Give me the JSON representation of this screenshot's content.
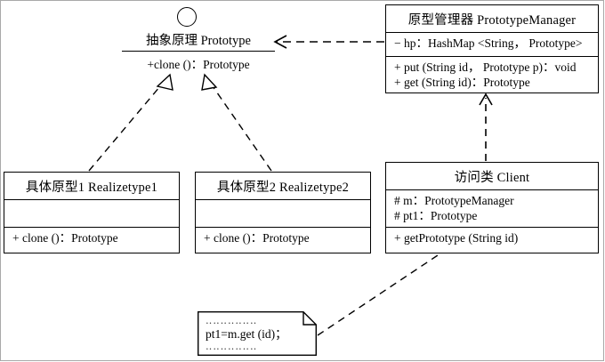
{
  "diagram": {
    "title": "Prototype Pattern UML Class Diagram",
    "type": "uml-class-diagram",
    "interface": {
      "name": "抽象原理  Prototype",
      "stereotype_icon": "interface-lollipop-circle",
      "operations": [
        "+clone ()：Prototype"
      ]
    },
    "classes": [
      {
        "id": "prototype-manager",
        "name": "原型管理器  PrototypeManager",
        "attributes": [
          "− hp：HashMap <String， Prototype>"
        ],
        "operations": [
          "+ put (String id， Prototype p)：void",
          "+ get (String id)：Prototype"
        ]
      },
      {
        "id": "realizetype1",
        "name": "具体原型1  Realizetype1",
        "attributes": [],
        "operations": [
          "+ clone ()：Prototype"
        ]
      },
      {
        "id": "realizetype2",
        "name": "具体原型2  Realizetype2",
        "attributes": [],
        "operations": [
          "+ clone ()：Prototype"
        ]
      },
      {
        "id": "client",
        "name": "访问类  Client",
        "attributes": [
          "# m：PrototypeManager",
          "# pt1：Prototype"
        ],
        "operations": [
          "+ getPrototype (String id)"
        ]
      }
    ],
    "note": {
      "id": "client-note",
      "line_top": "‥‥‥‥‥‥‥",
      "code": "pt1=m.get (id)；",
      "line_bottom": "‥‥‥‥‥‥‥"
    },
    "relationships": [
      {
        "id": "manager-depends-prototype",
        "from": "prototype-manager",
        "to": "interface",
        "kind": "dependency",
        "line": "dashed",
        "arrowhead": "open"
      },
      {
        "id": "realizetype1-realizes-prototype",
        "from": "realizetype1",
        "to": "interface",
        "kind": "realization",
        "line": "dashed",
        "arrowhead": "hollow-triangle"
      },
      {
        "id": "realizetype2-realizes-prototype",
        "from": "realizetype2",
        "to": "interface",
        "kind": "realization",
        "line": "dashed",
        "arrowhead": "hollow-triangle"
      },
      {
        "id": "client-depends-manager",
        "from": "client",
        "to": "prototype-manager",
        "kind": "dependency",
        "line": "dashed",
        "arrowhead": "open"
      },
      {
        "id": "note-anchor-client",
        "from": "client-note",
        "to": "client",
        "kind": "note-link",
        "line": "dashed",
        "arrowhead": "none"
      }
    ],
    "colors": {
      "stroke": "#000000",
      "background": "#ffffff",
      "frame": "#a9a9a9"
    }
  }
}
